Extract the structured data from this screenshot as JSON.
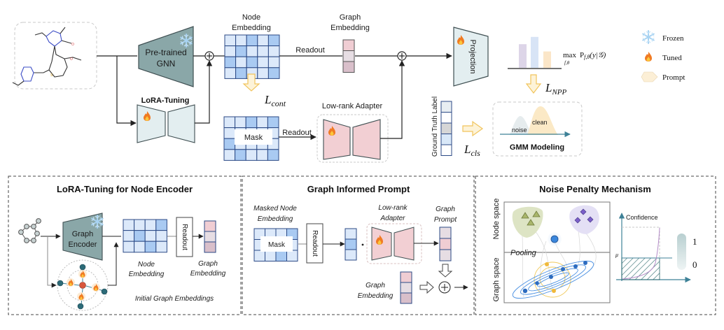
{
  "top": {
    "molecule": {
      "label": "molecule-input"
    },
    "pretrained_gnn": {
      "label_line1": "Pre-trained",
      "label_line2": "GNN",
      "state": "frozen"
    },
    "lora_tuning": {
      "title": "LoRA-Tuning",
      "state": "tuned"
    },
    "node_embedding": {
      "title_line1": "Node",
      "title_line2": "Embedding",
      "grid": [
        [
          1,
          1,
          2,
          1,
          2
        ],
        [
          1,
          2,
          1,
          1,
          1
        ],
        [
          2,
          1,
          2,
          1,
          1
        ],
        [
          1,
          2,
          1,
          1,
          2
        ]
      ]
    },
    "readout_label": "Readout",
    "graph_embedding": {
      "title_line1": "Graph",
      "title_line2": "Embedding",
      "cells": [
        "#f0cdd3",
        "#e6dde3",
        "#d9bfca"
      ]
    },
    "l_cont": {
      "base": "L",
      "sub": "cont"
    },
    "masked_embedding": {
      "mask_label": "Mask",
      "grid": [
        [
          1,
          1,
          2,
          1,
          2
        ],
        [
          1,
          1,
          1,
          1,
          1
        ],
        [
          2,
          1,
          1,
          1,
          1
        ],
        [
          1,
          2,
          1,
          1,
          2
        ]
      ]
    },
    "readout2_label": "Readout",
    "low_rank_adapter": {
      "title": "Low-rank Adapter",
      "state": "tuned"
    },
    "projection": {
      "label": "Projection",
      "state": "tuned"
    },
    "ground_truth": {
      "label": "Ground Truth Label",
      "cells": [
        "#e8eef2",
        "#ffffff",
        "#d6d6d6",
        "#d9e8f8",
        "#ffffff"
      ]
    },
    "l_cls": {
      "base": "L",
      "sub": "cls"
    },
    "prob_bars": {
      "values": [
        0.65,
        0.85,
        0.45
      ],
      "colors": [
        "#ddd5e8",
        "#d8e4f6",
        "#fbe6c8"
      ]
    },
    "objective": {
      "text": "max",
      "under": "f,θ",
      "expr": "P",
      "expr_sub": "f,θ",
      "expr_tail": "(y|𝒢)"
    },
    "l_npp": {
      "base": "L",
      "sub": "NPP"
    },
    "gmm": {
      "title": "GMM Modeling",
      "noise_label": "noise",
      "clean_label": "clean"
    }
  },
  "legend": {
    "items": [
      {
        "icon": "snowflake-icon",
        "label": "Frozen"
      },
      {
        "icon": "flame-icon",
        "label": "Tuned"
      },
      {
        "icon": "hexagon-icon",
        "label": "Prompt"
      }
    ]
  },
  "panels": {
    "lora": {
      "title": "LoRA-Tuning for Node Encoder",
      "encoder_line1": "Graph",
      "encoder_line2": "Encoder",
      "node_emb_line1": "Node",
      "node_emb_line2": "Embedding",
      "readout": "Readout",
      "graph_emb_line1": "Graph",
      "graph_emb_line2": "Embedding",
      "initial_label": "Initial Graph Embeddings",
      "grid": [
        [
          1,
          1,
          1,
          2
        ],
        [
          1,
          2,
          1,
          1
        ],
        [
          1,
          1,
          2,
          1
        ]
      ]
    },
    "prompt": {
      "title": "Graph Informed Prompt",
      "masked_line1": "Masked Node",
      "masked_line2": "Embedding",
      "mask_label": "Mask",
      "readout": "Readout",
      "adapter_line1": "Low-rank",
      "adapter_line2": "Adapter",
      "prompt_line1": "Graph",
      "prompt_line2": "Prompt",
      "graph_emb_line1": "Graph",
      "graph_emb_line2": "Embedding"
    },
    "noise": {
      "title": "Noise Penalty Mechanism",
      "node_space": "Node space",
      "graph_space": "Graph space",
      "pooling": "Pooling",
      "confidence": "Confidence",
      "mu": "μ",
      "scale_high": "1",
      "scale_low": "0"
    }
  },
  "colors": {
    "cell_light": "#dce9fa",
    "cell_dark": "#a9caf2",
    "grid_border": "#2c4a86",
    "gnn_fill": "#8aa7a8",
    "lora_fill": "#e3eef0",
    "adapter_fill": "#f2cfd3",
    "arrow_yellow": "#f1c45c"
  }
}
